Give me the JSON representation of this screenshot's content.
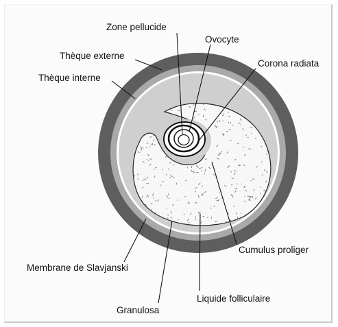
{
  "labels": {
    "zone_pellucide": "Zone pellucide",
    "ovocyte": "Ovocyte",
    "corona_radiata": "Corona radiata",
    "theque_externe": "Thèque externe",
    "theque_interne": "Thèque interne",
    "cumulus_proliger": "Cumulus proliger",
    "membrane_slavjanski": "Membrane de Slavjanski",
    "granulosa": "Granulosa",
    "liquide_folliculaire": "Liquide folliculaire"
  },
  "colors": {
    "theque_externe": "#5e5e5e",
    "theque_interne": "#a9a9a9",
    "membrane": "#ffffff",
    "granulosa": "#cfcfcf",
    "antrum": "#f7f7f7"
  }
}
